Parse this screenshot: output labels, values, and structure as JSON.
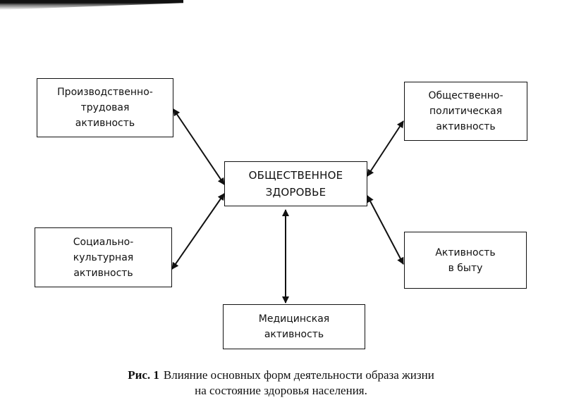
{
  "diagram": {
    "center": {
      "label": "ОБЩЕСТВЕННОЕ\nЗДОРОВЬЕ"
    },
    "nodes": {
      "production": {
        "label": "Производственно-\nтрудовая\nактивность"
      },
      "social_cultural": {
        "label": "Социально-\nкультурная\nактивность"
      },
      "medical": {
        "label": "Медицинская\nактивность"
      },
      "socio_political": {
        "label": "Общественно-\nполитическая\nактивность"
      },
      "household": {
        "label": "Активность\nв быту"
      }
    },
    "edges": [
      {
        "from": "center",
        "to": "production",
        "bidirectional": true
      },
      {
        "from": "center",
        "to": "social_cultural",
        "bidirectional": true
      },
      {
        "from": "center",
        "to": "medical",
        "bidirectional": true
      },
      {
        "from": "center",
        "to": "socio_political",
        "bidirectional": true
      },
      {
        "from": "center",
        "to": "household",
        "bidirectional": true
      }
    ]
  },
  "caption": {
    "number": "Рис. 1",
    "line1": "Влияние основных форм деятельности образа жизни",
    "line2": "на состояние здоровья населения."
  }
}
